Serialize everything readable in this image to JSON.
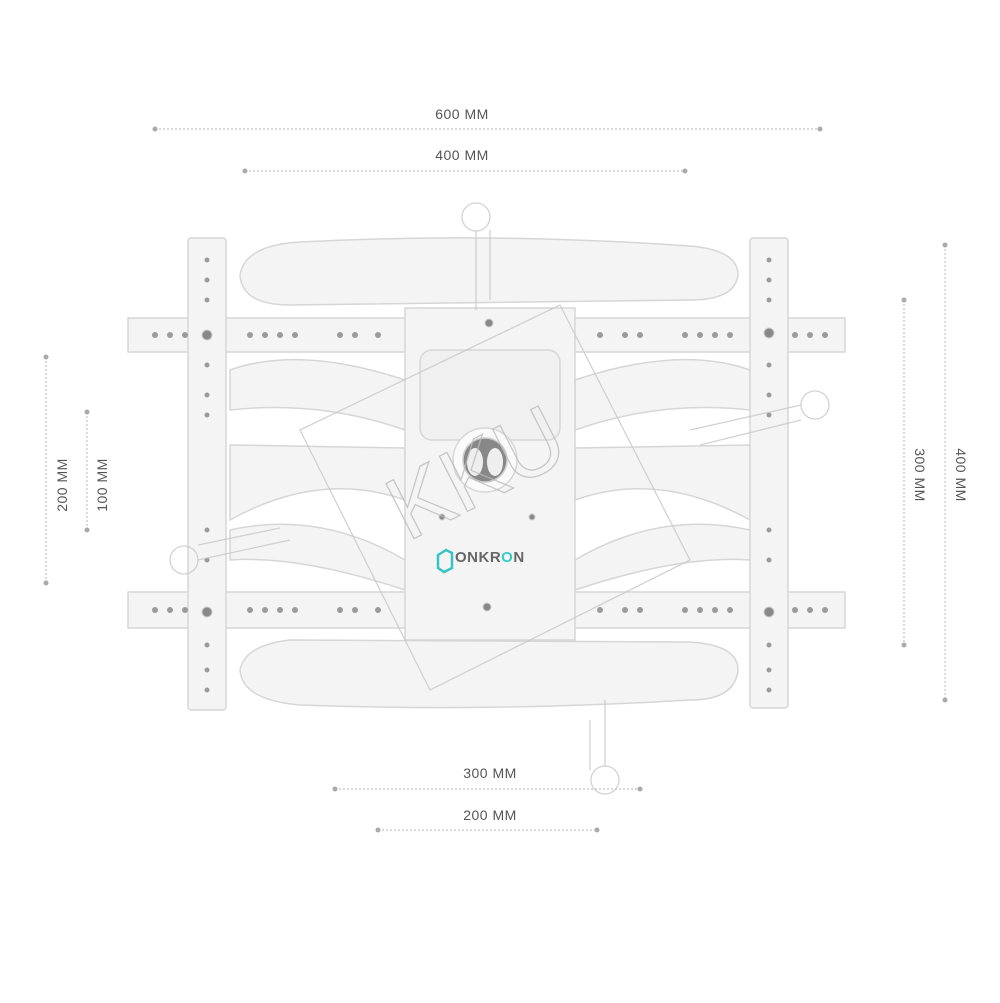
{
  "dimensions": {
    "top_outer": "600 MM",
    "top_inner": "400 MM",
    "right_outer": "400 MM",
    "right_inner": "300 MM",
    "left_outer": "200 MM",
    "left_inner": "100 MM",
    "bottom_outer": "300 MM",
    "bottom_inner": "200 MM"
  },
  "brand": {
    "name_prefix": "ONKR",
    "name_accent_o": "O",
    "name_suffix": "N",
    "accent_color": "#33c4c4"
  },
  "watermark": "KKU",
  "colors": {
    "mount": "#f3f3f3",
    "outline": "#d6d6d6",
    "dimension_line": "#bbbbbb",
    "text": "#555555"
  }
}
